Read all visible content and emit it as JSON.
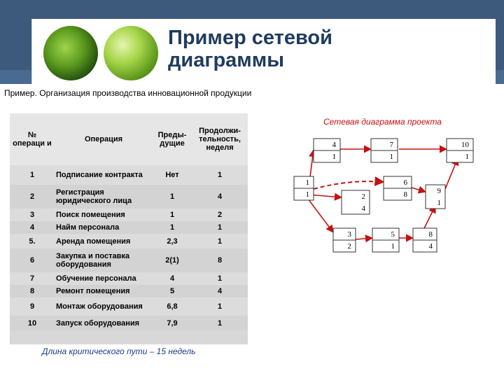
{
  "slide": {
    "title_line1": "Пример сетевой",
    "title_line2": "диаграммы",
    "subtitle": "Пример. Организация производства инновационной продукции",
    "critical_path": "Длина критического пути – 15 недель",
    "network_title": "Сетевая диаграмма проекта"
  },
  "table": {
    "headers": [
      "№ операци и",
      "Операция",
      "Преды-дущие",
      "Продолжи-тельность, неделя"
    ],
    "rows": [
      [
        "1",
        "Подписание контракта",
        "Нет",
        "1"
      ],
      [
        "2",
        "Регистрация юридического лица",
        "1",
        "4"
      ],
      [
        "3",
        "Поиск помещения",
        "1",
        "2"
      ],
      [
        "4",
        "Найм персонала",
        "1",
        "1"
      ],
      [
        "5.",
        "Аренда помещения",
        "2,3",
        "1"
      ],
      [
        "6",
        "Закупка и поставка оборудования",
        "2(1)",
        "8"
      ],
      [
        "7",
        "Обучение персонала",
        "4",
        "1"
      ],
      [
        "8",
        "Ремонт помещения",
        "5",
        "4"
      ],
      [
        "9",
        "Монтаж оборудования",
        "6,8",
        "1"
      ],
      [
        "10",
        "Запуск оборудования",
        "7,9",
        "1"
      ]
    ]
  },
  "network": {
    "nodes": [
      {
        "id": "n1",
        "top": "1",
        "bottom": "1"
      },
      {
        "id": "n4",
        "top": "4",
        "bottom": "1"
      },
      {
        "id": "n7",
        "top": "7",
        "bottom": "1"
      },
      {
        "id": "n10",
        "top": "10",
        "bottom": "1"
      },
      {
        "id": "n6",
        "top": "6",
        "bottom": "8"
      },
      {
        "id": "n2",
        "top": "2",
        "bottom": "4"
      },
      {
        "id": "n9",
        "top": "9",
        "bottom": "1"
      },
      {
        "id": "n3",
        "top": "3",
        "bottom": "2"
      },
      {
        "id": "n5",
        "top": "5",
        "bottom": "1"
      },
      {
        "id": "n8",
        "top": "8",
        "bottom": "4"
      }
    ]
  },
  "colors": {
    "header": "#3d5a7d",
    "title": "#1f3b5f",
    "network_title": "#c81010",
    "arrow": "#c81010",
    "critical": "#1a3c8a"
  }
}
